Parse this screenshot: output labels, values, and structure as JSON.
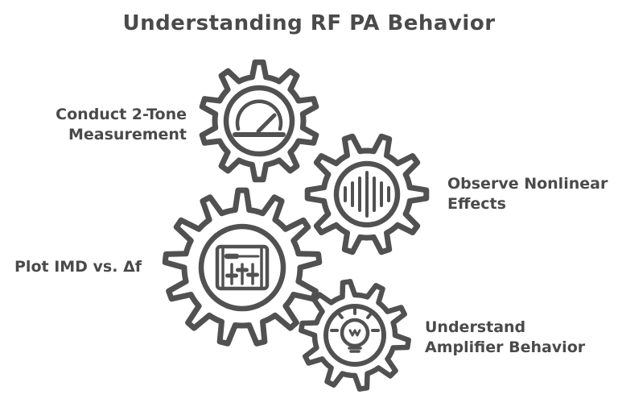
{
  "title": "Understanding RF PA Behavior",
  "colors": {
    "stroke": "#515151",
    "text": "#4a4a4a",
    "background": "#ffffff"
  },
  "steps": [
    {
      "id": "conduct-2tone-measurement",
      "label": "Conduct 2-Tone\nMeasurement",
      "icon": "gauge-icon"
    },
    {
      "id": "observe-nonlinear-effects",
      "label": "Observe Nonlinear\nEffects",
      "icon": "waveform-icon"
    },
    {
      "id": "plot-imd-vs-delta-f",
      "label": "Plot IMD vs. Δf",
      "icon": "mixer-icon"
    },
    {
      "id": "understand-amplifier-behavior",
      "label": "Understand\nAmplifier Behavior",
      "icon": "lightbulb-icon"
    }
  ]
}
